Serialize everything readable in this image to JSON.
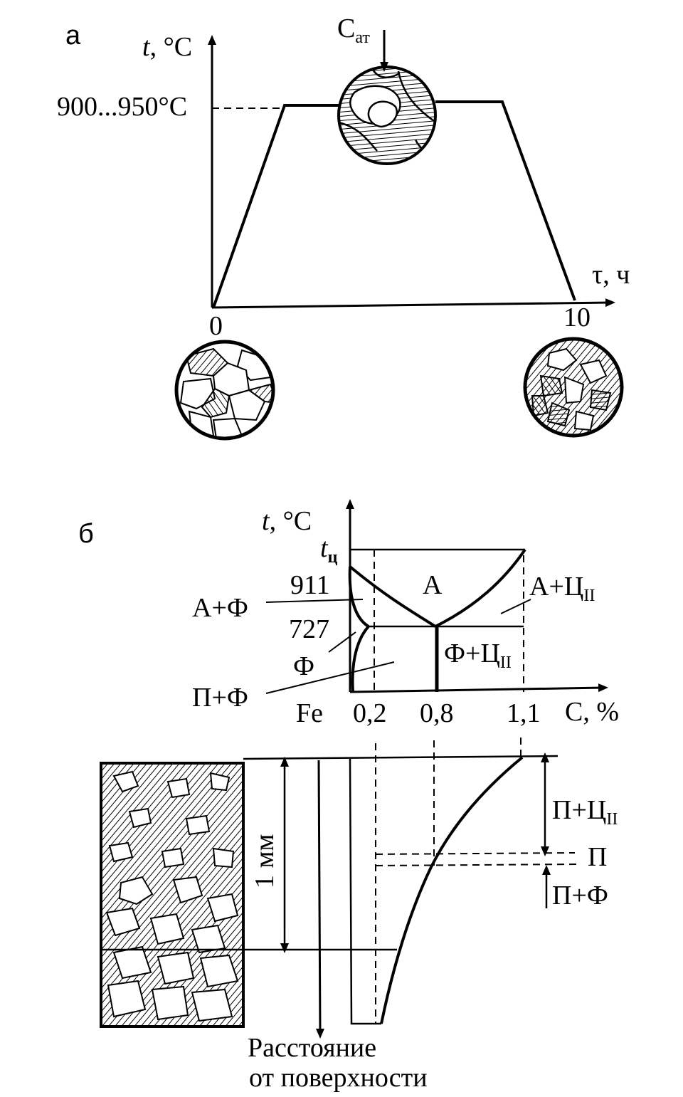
{
  "panel_a": {
    "letter": "а",
    "y_axis": {
      "symbol": "t",
      "unit": ", °C"
    },
    "x_axis": {
      "symbol": "τ",
      "unit": ", ч"
    },
    "hold_temperature": "900...950°C",
    "x_start": "0",
    "x_end": "10",
    "carbon_atom": {
      "main": "C",
      "sub": "ат"
    }
  },
  "panel_b": {
    "letter": "б",
    "y_axis": {
      "symbol": "t",
      "unit": ", °C"
    },
    "y_top": {
      "main": "t",
      "sub": "ц"
    },
    "t_911": "911",
    "t_727": "727",
    "x_axis": "C, %",
    "x_origin": "Fe",
    "c_02": "0,2",
    "c_08": "0,8",
    "c_11": "1,1",
    "regions": {
      "austenite": "A",
      "a_plus_f": "A+Ф",
      "a_plus_c": {
        "main": "A+Ц",
        "sub": "II"
      },
      "ferrite": "Ф",
      "f_plus_c": {
        "main": "Ф+Ц",
        "sub": "II"
      },
      "p_plus_f": "П+Ф"
    }
  },
  "depth_profile": {
    "thickness": "1 мм",
    "zone_hypereutectoid": {
      "main": "П+Ц",
      "sub": "II"
    },
    "zone_eutectoid": "П",
    "zone_hypoeutectoid": "П+Ф",
    "axis_label_line1": "Расстояние",
    "axis_label_line2": "от поверхности"
  },
  "colors": {
    "ink": "#000000",
    "background": "#ffffff"
  }
}
